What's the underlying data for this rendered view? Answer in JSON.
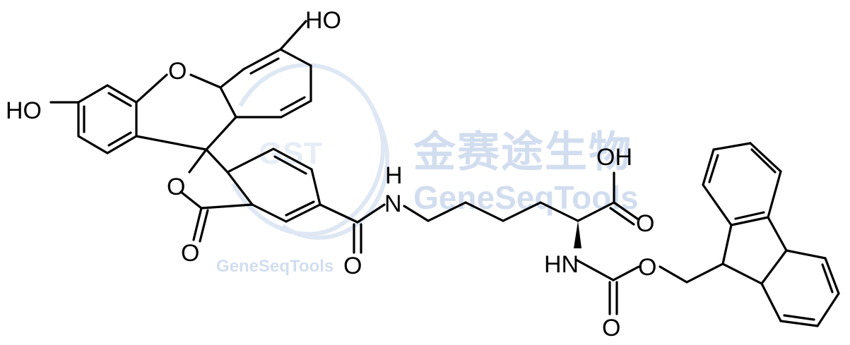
{
  "watermark": {
    "logo_text": "GST",
    "chinese_name": "金赛途生物",
    "english_name": "GeneSeqTools",
    "small_text": "GeneSeqTools",
    "color": "#c3d4ea"
  },
  "labels": {
    "oh_top": "HO",
    "oh_top_h": "H",
    "ho_left": "HO",
    "o_xanthene": "O",
    "o_lactone": "O",
    "o_lactone_carbonyl": "O",
    "amide_h": "H",
    "amide_n": "N",
    "amide_o": "O",
    "cooh": "OH",
    "acid_o": "O",
    "carbamate_nh": "HN",
    "ester_o": "O",
    "carbamate_o": "O"
  },
  "colors": {
    "bond": "#000000",
    "text": "#000000",
    "background": "#ffffff"
  }
}
